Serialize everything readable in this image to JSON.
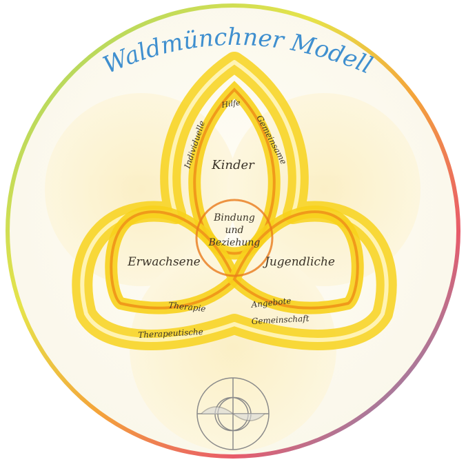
{
  "title": "Waldmünchner Modell",
  "center_label_lines": [
    "Bindung",
    "und",
    "Beziehung"
  ],
  "lobes": {
    "top": "Kinder",
    "left": "Erwachsene",
    "right": "Jugendliche"
  },
  "band_labels": {
    "top_left": "Individuelle",
    "top_mid": "Hilfe",
    "top_right": "Gemeinsame",
    "bottom_left_inner": "Therapie",
    "bottom_left_outer": "Therapeutische",
    "bottom_right_inner": "Angebote",
    "bottom_right_outer": "Gemeinschaft"
  },
  "colors": {
    "title": "#3f8fcf",
    "band_yellow": "#f7d21c",
    "band_orange": "#f09a1a",
    "ink": "#3a3328"
  },
  "icons": {
    "bottom_symbol": "yin-yang-circle-icon"
  }
}
